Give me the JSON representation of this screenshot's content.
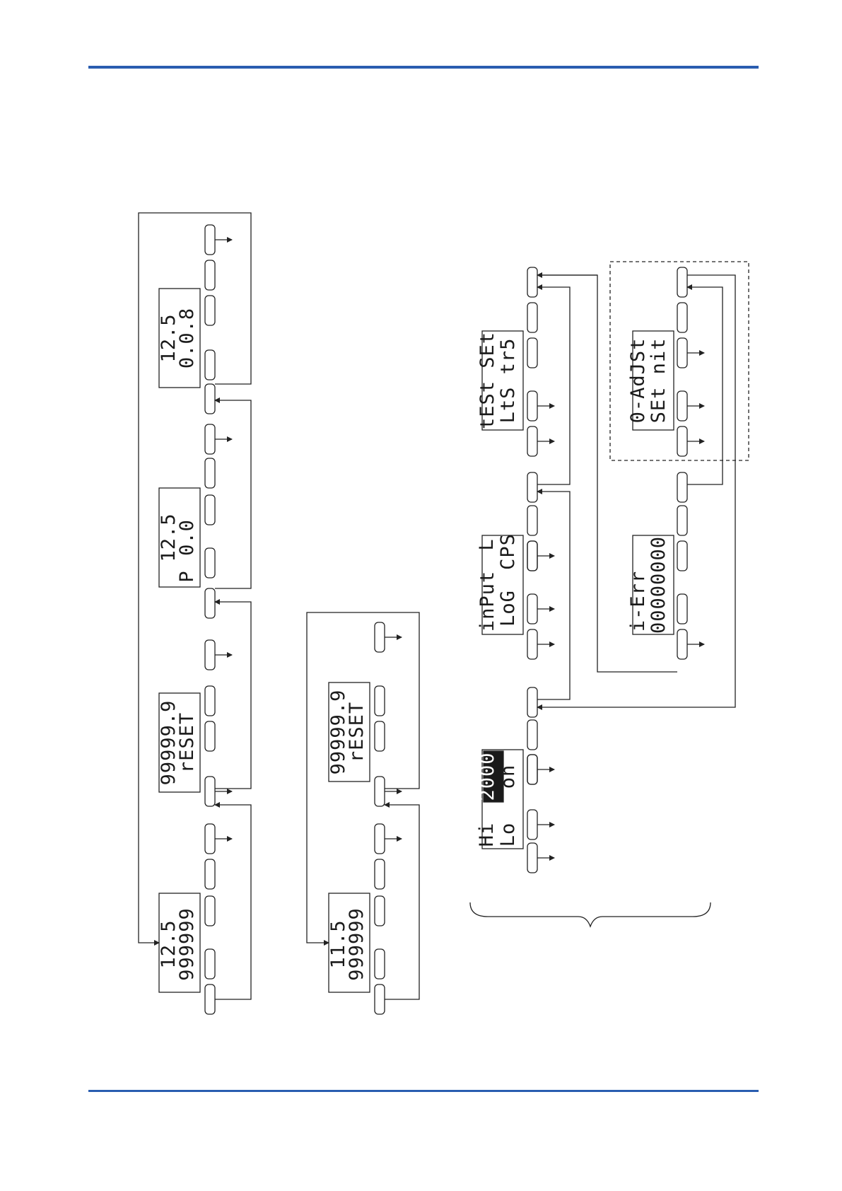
{
  "colors": {
    "rule": "#2a5db0",
    "ink": "#222222",
    "lcd_highlight": "#1a1a1a"
  },
  "diagram": {
    "group_a": {
      "screens": [
        {
          "line1": "12.5",
          "line2": "999999"
        },
        {
          "line1": "99999.9",
          "line2": "rESET"
        },
        {
          "line1": "12.5",
          "line2": "0.0",
          "line3": "P"
        },
        {
          "line1": "12.5",
          "line2": "0.0.8"
        }
      ]
    },
    "group_b": {
      "screens": [
        {
          "line1": "11.5",
          "line2": "999999"
        },
        {
          "line1": "99999.9",
          "line2": "rESET"
        }
      ]
    },
    "group_c": {
      "screens": [
        {
          "line1": "2000",
          "line2": "on",
          "line3": "Hi",
          "line4": "Lo"
        },
        {
          "line1": "inPut",
          "line2": "LoG",
          "line3": "L",
          "line4": "CPS"
        },
        {
          "line1": "tESt SEt",
          "line2": "LtS tr5",
          "line3": "",
          "line4": ""
        }
      ]
    },
    "group_d": {
      "screens": [
        {
          "line1": "i-Err",
          "line2": "00000000"
        },
        {
          "line1": "0-AdJSt",
          "line2": "SEt nit"
        }
      ]
    }
  }
}
